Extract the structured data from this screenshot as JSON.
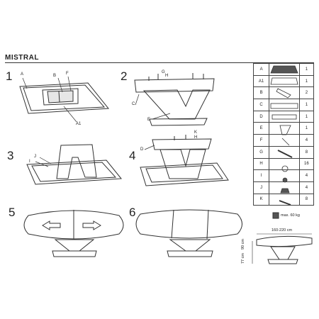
{
  "title": "MISTRAL",
  "steps": [
    "1",
    "2",
    "3",
    "4",
    "5",
    "6"
  ],
  "callouts": {
    "s1": [
      "A",
      "B",
      "F",
      "A1"
    ],
    "s2": [
      "G",
      "H",
      "C",
      "E"
    ],
    "s3": [
      "J",
      "I"
    ],
    "s4": [
      "K",
      "H",
      "D"
    ]
  },
  "parts": [
    {
      "label": "A",
      "qty": "1"
    },
    {
      "label": "A1",
      "qty": "1"
    },
    {
      "label": "B",
      "qty": "2"
    },
    {
      "label": "C",
      "qty": "1"
    },
    {
      "label": "D",
      "qty": "1"
    },
    {
      "label": "E",
      "qty": "1"
    },
    {
      "label": "F",
      "qty": "4"
    },
    {
      "label": "G",
      "qty": "8"
    },
    {
      "label": "H",
      "qty": "16"
    },
    {
      "label": "I",
      "qty": "4"
    },
    {
      "label": "J",
      "qty": "4"
    },
    {
      "label": "K",
      "qty": "8"
    }
  ],
  "specs": {
    "max_load": "max. 60 kg",
    "width": "160-220 cm",
    "depth": "90 cm",
    "height": "77 cm"
  }
}
